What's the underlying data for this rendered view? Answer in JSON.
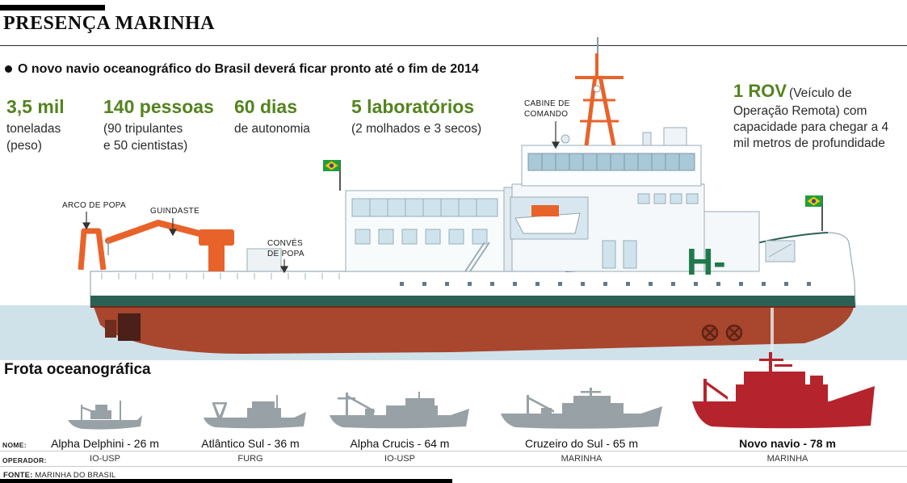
{
  "header": {
    "title": "PRESENÇA MARINHA",
    "subtitle": "O novo navio oceanográfico do Brasil deverá ficar pronto até o fim de 2014"
  },
  "stats": [
    {
      "value": "3,5 mil",
      "lines": [
        "toneladas",
        "(peso)"
      ]
    },
    {
      "value": "140 pessoas",
      "lines": [
        "(90 tripulantes",
        "e 50 cientistas)"
      ]
    },
    {
      "value": "60 dias",
      "lines": [
        "de autonomia"
      ]
    },
    {
      "value": "5 laboratórios",
      "lines": [
        "(2 molhados e 3 secos)"
      ]
    }
  ],
  "rov": {
    "value": "1 ROV",
    "text": "(Veículo de Operação Remota) com capacidade para chegar a 4 mil metros de profundidade"
  },
  "ship_labels": {
    "cabine_comando": "CABINE DE COMANDO",
    "arco_de_popa": "ARCO DE POPA",
    "guindaste": "GUINDASTE",
    "conves_de_popa": "CONVÉS DE POPA"
  },
  "hull_mark": "H-",
  "fleet": {
    "title": "Frota oceanográfica",
    "row_labels": {
      "name": "NOME:",
      "operator": "OPERADOR:"
    },
    "ships": [
      {
        "name": "Alpha Delphini - 26 m",
        "operator": "IO-USP",
        "highlight": false
      },
      {
        "name": "Atlântico Sul - 36 m",
        "operator": "FURG",
        "highlight": false
      },
      {
        "name": "Alpha Crucis - 64 m",
        "operator": "IO-USP",
        "highlight": false
      },
      {
        "name": "Cruzeiro do Sul - 65 m",
        "operator": "MARINHA",
        "highlight": false
      },
      {
        "name": "Novo navio - 78 m",
        "operator": "MARINHA",
        "highlight": true
      }
    ]
  },
  "footer": {
    "source_label": "FONTE:",
    "source_text": "MARINHA DO BRASIL"
  },
  "colors": {
    "stat_green": "#53831e",
    "hull_mark_green": "#1e7a4b",
    "orange": "#e8632a",
    "underwater_red": "#a8462e",
    "water_blue": "#cfe2ea",
    "stripe_green": "#2b6155",
    "fleet_gray": "#97a1a6",
    "fleet_red": "#b5242c"
  }
}
